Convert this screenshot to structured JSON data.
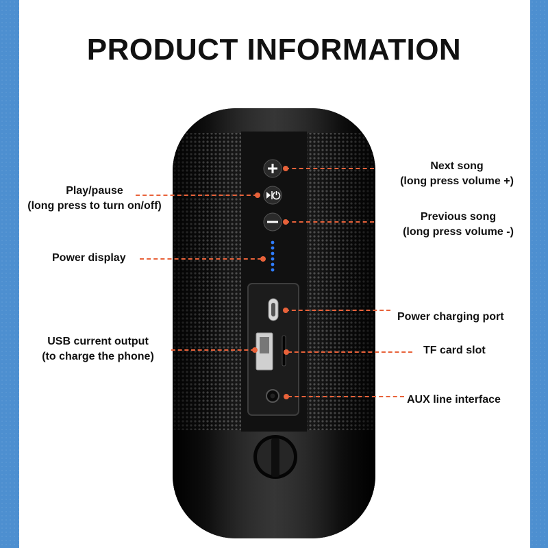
{
  "title": "PRODUCT INFORMATION",
  "colors": {
    "accent": "#e8623a",
    "background_side": "#4d8fd0",
    "panel": "#ffffff",
    "speaker_body": "#1a1a1a",
    "led": "#2f7dff"
  },
  "icons": {
    "plus": "plus-icon",
    "play_power": "play-pause-power-icon",
    "minus": "minus-icon"
  },
  "labels": {
    "next_song": {
      "line1": "Next song",
      "line2": "(long press volume +)"
    },
    "play_pause": {
      "line1": "Play/pause",
      "line2": "(long press to turn on/off)"
    },
    "previous_song": {
      "line1": "Previous song",
      "line2": "(long press volume -)"
    },
    "power_display": "Power display",
    "charging_port": "Power charging port",
    "usb_output": {
      "line1": "USB current output",
      "line2": "(to charge the phone)"
    },
    "tf_slot": "TF card slot",
    "aux": "AUX line interface"
  }
}
